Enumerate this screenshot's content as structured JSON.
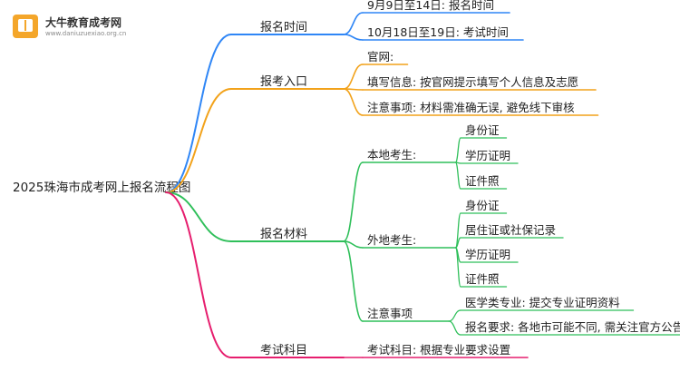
{
  "logo": {
    "name": "大牛教育成考网",
    "url": "www.daniuzuexiao.org.cn",
    "icon": "book-icon",
    "color": "#f4a62a"
  },
  "colors": {
    "blue": "#2f86f6",
    "orange": "#f2a21a",
    "green": "#2fbf5a",
    "pink": "#e61e6e"
  },
  "root": "2025珠海市成考网上报名流程图",
  "branches": [
    {
      "label": "报名时间",
      "color": "blue",
      "children": [
        {
          "label": "9月9日至14日: 报名时间"
        },
        {
          "label": "10月18日至19日: 考试时间"
        }
      ]
    },
    {
      "label": "报考入口",
      "color": "orange",
      "children": [
        {
          "label": "官网:"
        },
        {
          "label": "填写信息: 按官网提示填写个人信息及志愿"
        },
        {
          "label": "注意事项: 材料需准确无误, 避免线下审核"
        }
      ]
    },
    {
      "label": "报名材料",
      "color": "green",
      "children": [
        {
          "label": "本地考生:",
          "children": [
            {
              "label": "身份证"
            },
            {
              "label": "学历证明"
            },
            {
              "label": "证件照"
            }
          ]
        },
        {
          "label": "外地考生:",
          "children": [
            {
              "label": "身份证"
            },
            {
              "label": "居住证或社保记录"
            },
            {
              "label": "学历证明"
            },
            {
              "label": "证件照"
            }
          ]
        },
        {
          "label": "注意事项",
          "children": [
            {
              "label": "医学类专业: 提交专业证明资料"
            },
            {
              "label": "报名要求: 各地市可能不同, 需关注官方公告"
            }
          ]
        }
      ]
    },
    {
      "label": "考试科目",
      "color": "pink",
      "children": [
        {
          "label": "考试科目: 根据专业要求设置"
        }
      ]
    }
  ]
}
